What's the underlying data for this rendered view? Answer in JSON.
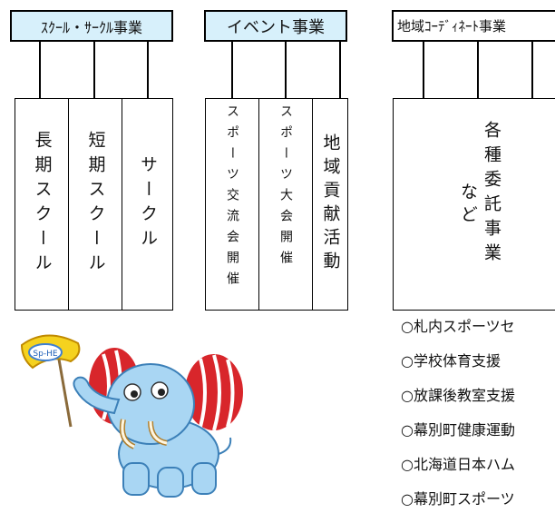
{
  "headers": [
    {
      "label": "ｽｸｰﾙ・ｻｰｸﾙ事業",
      "bg": "#d7f0fb"
    },
    {
      "label": "イベント事業",
      "bg": "#d7f0fb"
    },
    {
      "label": "地域ｺｰﾃﾞｨﾈｰﾄ事業",
      "bg": "#ffffff"
    }
  ],
  "group1_items": [
    "長期スクール",
    "短期スクール",
    "サークル"
  ],
  "group2_items": [
    "スポーツ交流会開催",
    "スポーツ大会開催",
    "地域貢献活動"
  ],
  "group3": {
    "main": "各種委託事業",
    "note": "など"
  },
  "list_items": [
    "○札内スポーツセ",
    "○学校体育支援",
    "○放課後教室支援",
    "○幕別町健康運動",
    "○北海道日本ハム",
    "○幕別町スポーツ"
  ],
  "mascot": {
    "flag_text": "Sp-HE"
  }
}
